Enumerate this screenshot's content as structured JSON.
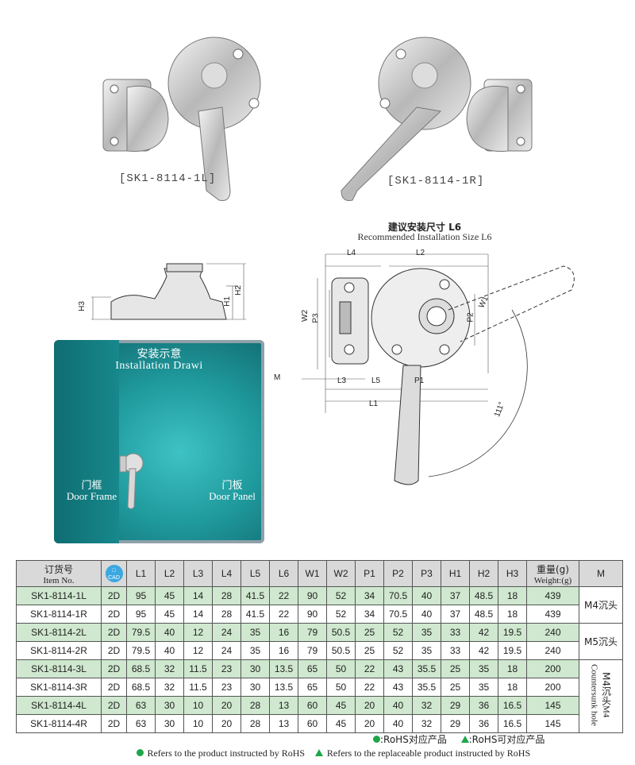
{
  "products": {
    "left_caption": "[SK1-8114-1L]",
    "right_caption": "[SK1-8114-1R]"
  },
  "drawing": {
    "title_cn": "建议安装尺寸 L6",
    "title_en": "Recommended Installation Size L6",
    "labels": {
      "H1": "H1",
      "H2": "H2",
      "H3": "H3",
      "L1": "L1",
      "L2": "L2",
      "L3": "L3",
      "L4": "L4",
      "L5": "L5",
      "W1": "W1",
      "W2": "W2",
      "P1": "P1",
      "P2": "P2",
      "P3": "P3",
      "M": "M",
      "angle": "111°"
    }
  },
  "installation": {
    "title_cn": "安装示意",
    "title_en": "Installation Drawi",
    "frame_cn": "门框",
    "frame_en": "Door Frame",
    "panel_cn": "门板",
    "panel_en": "Door Panel"
  },
  "table": {
    "item_cn": "订货号",
    "item_en": "Item No.",
    "cad_label": "CAD",
    "columns": [
      "L1",
      "L2",
      "L3",
      "L4",
      "L5",
      "L6",
      "W1",
      "W2",
      "P1",
      "P2",
      "P3",
      "H1",
      "H2",
      "H3"
    ],
    "weight_cn": "重量(g)",
    "weight_en": "Weight:(g)",
    "m_header": "M",
    "rows": [
      {
        "item": "SK1-8114-1L",
        "cad": "2D",
        "vals": [
          "95",
          "45",
          "14",
          "28",
          "41.5",
          "22",
          "90",
          "52",
          "34",
          "70.5",
          "40",
          "37",
          "48.5",
          "18"
        ],
        "weight": "439"
      },
      {
        "item": "SK1-8114-1R",
        "cad": "2D",
        "vals": [
          "95",
          "45",
          "14",
          "28",
          "41.5",
          "22",
          "90",
          "52",
          "34",
          "70.5",
          "40",
          "37",
          "48.5",
          "18"
        ],
        "weight": "439"
      },
      {
        "item": "SK1-8114-2L",
        "cad": "2D",
        "vals": [
          "79.5",
          "40",
          "12",
          "24",
          "35",
          "16",
          "79",
          "50.5",
          "25",
          "52",
          "35",
          "33",
          "42",
          "19.5"
        ],
        "weight": "240"
      },
      {
        "item": "SK1-8114-2R",
        "cad": "2D",
        "vals": [
          "79.5",
          "40",
          "12",
          "24",
          "35",
          "16",
          "79",
          "50.5",
          "25",
          "52",
          "35",
          "33",
          "42",
          "19.5"
        ],
        "weight": "240"
      },
      {
        "item": "SK1-8114-3L",
        "cad": "2D",
        "vals": [
          "68.5",
          "32",
          "11.5",
          "23",
          "30",
          "13.5",
          "65",
          "50",
          "22",
          "43",
          "35.5",
          "25",
          "35",
          "18"
        ],
        "weight": "200"
      },
      {
        "item": "SK1-8114-3R",
        "cad": "2D",
        "vals": [
          "68.5",
          "32",
          "11.5",
          "23",
          "30",
          "13.5",
          "65",
          "50",
          "22",
          "43",
          "35.5",
          "25",
          "35",
          "18"
        ],
        "weight": "200"
      },
      {
        "item": "SK1-8114-4L",
        "cad": "2D",
        "vals": [
          "63",
          "30",
          "10",
          "20",
          "28",
          "13",
          "60",
          "45",
          "20",
          "40",
          "32",
          "29",
          "36",
          "16.5"
        ],
        "weight": "145"
      },
      {
        "item": "SK1-8114-4R",
        "cad": "2D",
        "vals": [
          "63",
          "30",
          "10",
          "20",
          "28",
          "13",
          "60",
          "45",
          "20",
          "40",
          "32",
          "29",
          "36",
          "16.5"
        ],
        "weight": "145"
      }
    ],
    "m_groups": {
      "m4": "M4沉头",
      "m5": "M5沉头",
      "m4c_cn": "M4沉头",
      "m4c_en": "M4 Countersunk hole"
    }
  },
  "legend": {
    "rohs_cn": ":RoHS对应产品",
    "replace_cn": ":RoHS可对应产品",
    "rohs_en": "Refers to the product instructed by RoHS",
    "replace_en": "Refers to the replaceable product instructed by RoHS",
    "green": "#1fa64a"
  },
  "colors": {
    "row_green": "#cfe8cf",
    "header_gray": "#d9d9d9",
    "teal": "#1f8f92"
  }
}
